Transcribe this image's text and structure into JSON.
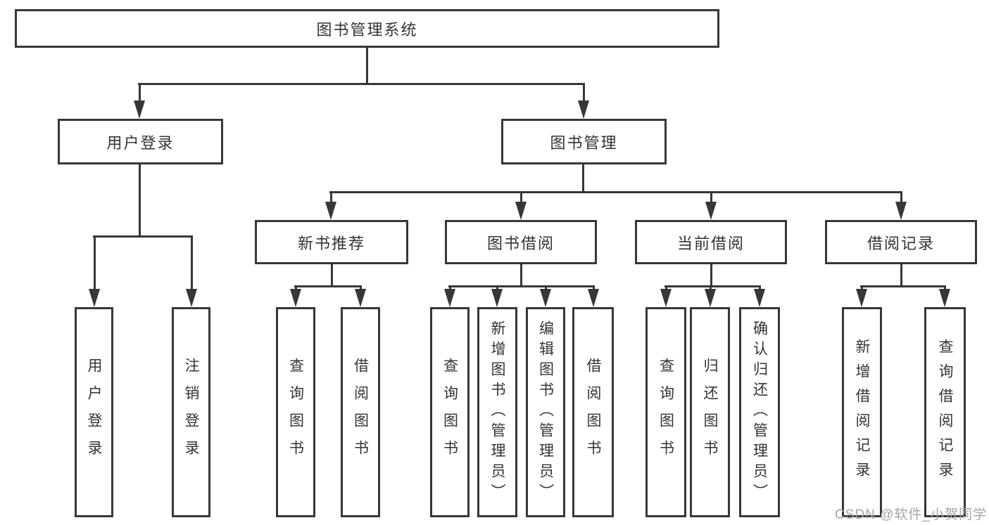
{
  "diagram_title": "图书管理系统",
  "watermark": {
    "text": "CSDN @软件_小贺同学"
  },
  "colors": {
    "line": "#373737",
    "text": "#333333",
    "watermark": "#a3a3ab",
    "background": "#ffffff"
  },
  "nodes": [
    {
      "id": "root",
      "label": "图书管理系统"
    },
    {
      "id": "user-login",
      "label": "用户登录"
    },
    {
      "id": "book-management",
      "label": "图书管理"
    },
    {
      "id": "new-book-recommend",
      "label": "新书推荐"
    },
    {
      "id": "book-borrowing",
      "label": "图书借阅"
    },
    {
      "id": "current-borrowing",
      "label": "当前借阅"
    },
    {
      "id": "borrowing-records",
      "label": "借阅记录"
    },
    {
      "id": "leaf-user-login",
      "label": "用户登录"
    },
    {
      "id": "leaf-logout",
      "label": "注销登录"
    },
    {
      "id": "leaf-search-book-recommend",
      "label": "查询图书"
    },
    {
      "id": "leaf-borrow-book-recommend",
      "label": "借阅图书"
    },
    {
      "id": "leaf-search-book-borrowing",
      "label": "查询图书"
    },
    {
      "id": "leaf-add-book-admin",
      "label": "新增图书（管理员）"
    },
    {
      "id": "leaf-edit-book-admin",
      "label": "编辑图书（管理员）"
    },
    {
      "id": "leaf-borrow-book",
      "label": "借阅图书"
    },
    {
      "id": "leaf-search-book-current",
      "label": "查询图书"
    },
    {
      "id": "leaf-return-book",
      "label": "归还图书"
    },
    {
      "id": "leaf-confirm-return-admin",
      "label": "确认归还（管理员）"
    },
    {
      "id": "leaf-add-borrow-record",
      "label": "新增借阅记录"
    },
    {
      "id": "leaf-search-borrow-record",
      "label": "查询借阅记录"
    }
  ],
  "hierarchy": {
    "图书管理系统": {
      "用户登录": [
        "用户登录",
        "注销登录"
      ],
      "图书管理": {
        "新书推荐": [
          "查询图书",
          "借阅图书"
        ],
        "图书借阅": [
          "查询图书",
          "新增图书（管理员）",
          "编辑图书（管理员）",
          "借阅图书"
        ],
        "当前借阅": [
          "查询图书",
          "归还图书",
          "确认归还（管理员）"
        ],
        "借阅记录": [
          "新增借阅记录",
          "查询借阅记录"
        ]
      }
    }
  }
}
